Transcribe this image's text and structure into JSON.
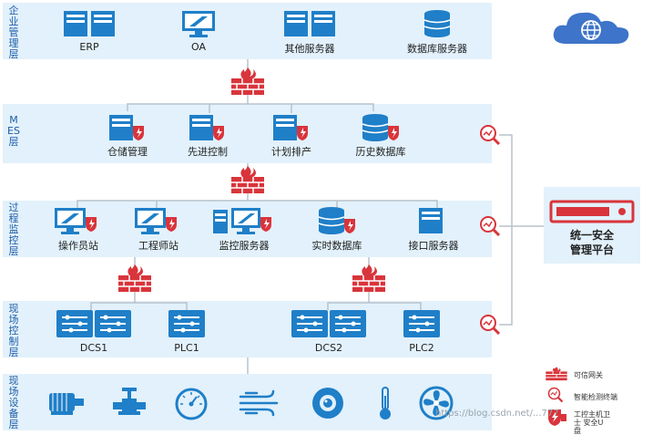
{
  "colors": {
    "accent_blue": "#1f7fc8",
    "firewall_red": "#d9343b",
    "layer_bg": "#e2f1fb",
    "label_blue": "#1d5da8"
  },
  "layers": {
    "enterprise": {
      "label": "企业管理层",
      "nodes": [
        "ERP",
        "OA",
        "其他服务器",
        "数据库服务器"
      ]
    },
    "mes": {
      "label": "MES层",
      "nodes": [
        "仓储管理",
        "先进控制",
        "计划排产",
        "历史数据库"
      ]
    },
    "process": {
      "label": "过程监控层",
      "nodes": [
        "操作员站",
        "工程师站",
        "监控服务器",
        "实时数据库",
        "接口服务器"
      ]
    },
    "field_control": {
      "label": "现场控制层",
      "nodes": [
        "DCS1",
        "PLC1",
        "DCS2",
        "PLC2"
      ]
    },
    "field_device": {
      "label": "现场设备层"
    }
  },
  "platform": {
    "label_line1": "统一安全",
    "label_line2": "管理平台"
  },
  "legend": {
    "firewall": "可信网关",
    "detector": "智能检测终端",
    "usb": "工控主机卫士 安全U盘"
  },
  "icons": {
    "cloud": "globe-cloud-icon",
    "firewall": "firewall-icon",
    "detector": "magnifier-detector-icon",
    "server": "server-icon",
    "monitor": "monitor-icon",
    "database": "database-icon",
    "plc": "plc-icon"
  },
  "watermark": "https://blog.csdn.net/...777"
}
